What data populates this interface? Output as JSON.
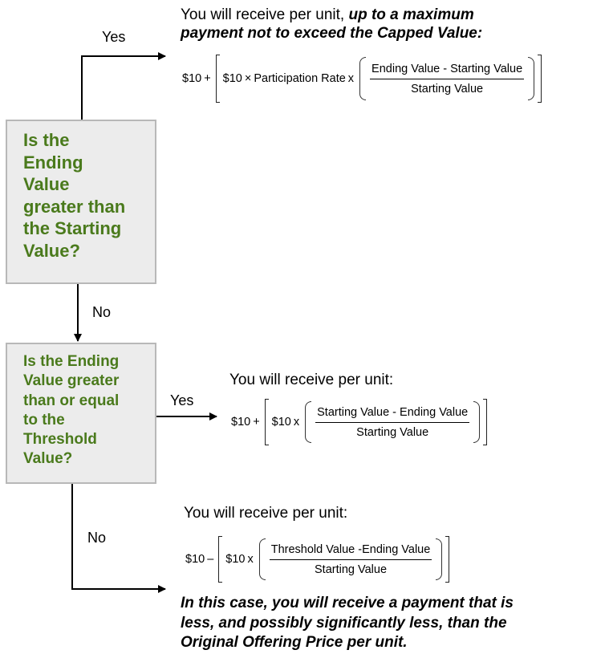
{
  "box1": {
    "lines": [
      "Is the",
      "Ending",
      "Value",
      "greater than",
      "the Starting",
      "Value?"
    ]
  },
  "box2": {
    "lines": [
      "Is the Ending",
      "Value greater",
      "than or equal",
      "to the",
      "Threshold",
      "Value?"
    ]
  },
  "edges": {
    "box1_yes": "Yes",
    "box1_no": "No",
    "box2_yes": "Yes",
    "box2_no": "No"
  },
  "outcome1": {
    "heading_plain": "You will receive per unit, ",
    "heading_emph_1": "up to a maximum",
    "heading_emph_2": "payment not to exceed the Capped Value:",
    "formula": {
      "lead": "$10",
      "plus": "+",
      "inner_lead": "$10",
      "times_symbol": "×",
      "participation_rate": "Participation Rate",
      "times_x": "x",
      "numerator": "Ending Value ‑ Starting Value",
      "denominator": "Starting Value"
    }
  },
  "outcome2": {
    "heading": "You will receive per unit:",
    "formula": {
      "lead": "$10",
      "plus": "+",
      "inner_lead": "$10",
      "times_x": "x",
      "numerator": "Starting Value ‑ Ending Value",
      "denominator": "Starting Value"
    }
  },
  "outcome3": {
    "heading": "You will receive per unit:",
    "formula": {
      "lead": "$10",
      "minus": "–",
      "inner_lead": "$10",
      "times_x": "x",
      "numerator": "Threshold Value ‑Ending Value",
      "denominator": "Starting Value"
    },
    "note_lines": [
      "In this case, you will receive a payment that is",
      "less, and possibly significantly less, than the",
      "Original Offering Price per unit."
    ]
  }
}
